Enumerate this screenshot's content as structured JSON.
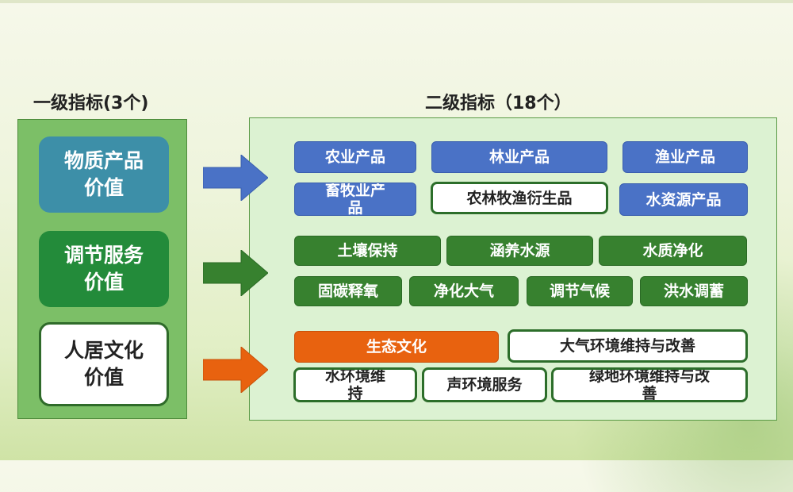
{
  "headings": {
    "level1": "一级指标(3个)",
    "level2": "二级指标（18个）"
  },
  "level1_items": [
    {
      "label": "物质产品\n价值"
    },
    {
      "label": "调节服务\n价值"
    },
    {
      "label": "人居文化\n价值"
    }
  ],
  "groups": {
    "material": [
      "农业产品",
      "林业产品",
      "渔业产品",
      "畜牧业产\n品",
      "农林牧渔衍生品",
      "水资源产品"
    ],
    "regulating": [
      "土壤保持",
      "涵养水源",
      "水质净化",
      "固碳释氧",
      "净化大气",
      "调节气候",
      "洪水调蓄"
    ],
    "cultural": [
      "生态文化",
      "大气环境维持与改善",
      "水环境维\n持",
      "声环境服务",
      "绿地环境维持与改\n善"
    ]
  },
  "colors": {
    "blue": "#4a72c6",
    "teal": "#3d8fa8",
    "green": "#37812f",
    "orange": "#e8620f",
    "panel_bg": "#dcf2d2"
  },
  "icons": [
    "arrow-right-icon"
  ]
}
